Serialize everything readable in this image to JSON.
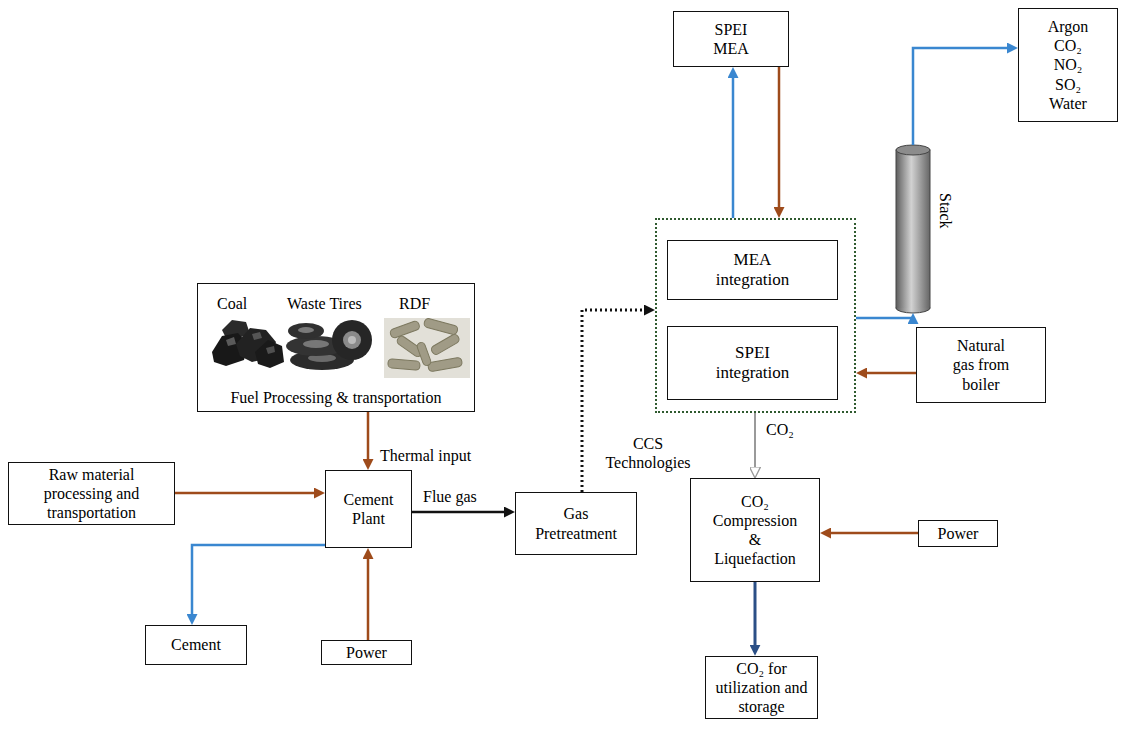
{
  "diagram": {
    "nodes": [
      {
        "text": [
          "Argon CO₂ NO₂ SO₂ Water"
        ]
      },
      {
        "text": [
          "SPEI MEA"
        ]
      },
      {
        "text": [
          "Stack"
        ]
      },
      {
        "text": []
      },
      {
        "text": [
          "MEA integration"
        ],
        "in": 3
      },
      {
        "text": [
          "Coal",
          "Waste Tires",
          "RDF",
          "Fuel Processing & transportation"
        ]
      },
      {
        "text": [
          "SPEI integration"
        ],
        "in": 3
      },
      {
        "text": [
          "Natural gas from boiler"
        ]
      },
      {
        "text": [
          "Raw material processing and transportation"
        ]
      },
      {
        "text": [
          "Cement Plant"
        ]
      },
      {
        "text": [
          "Gas Pretreatment"
        ]
      },
      {
        "text": [
          "CO₂ Compression & Liquefaction"
        ]
      },
      {
        "text": [
          "Power"
        ]
      },
      {
        "text": [
          "Cement"
        ]
      },
      {
        "text": [
          "Power"
        ]
      },
      {
        "text": [
          "CO₂ for utilization and storage"
        ]
      }
    ],
    "edges": [
      {
        "from": 3,
        "to": 1,
        "arrow": "to"
      },
      {
        "from": 1,
        "to": 3,
        "arrow": "to"
      },
      {
        "from": 3,
        "to": 2,
        "arrow": "to"
      },
      {
        "from": 2,
        "to": 0,
        "arrow": "to"
      },
      {
        "from": 7,
        "to": 3,
        "arrow": "to"
      },
      {
        "from": 5,
        "to": 9,
        "arrow": "to",
        "label": "Thermal input"
      },
      {
        "from": 8,
        "to": 9,
        "arrow": "to"
      },
      {
        "from": 14,
        "to": 9,
        "arrow": "to"
      },
      {
        "from": 9,
        "to": 13,
        "arrow": "to"
      },
      {
        "from": 9,
        "to": 10,
        "arrow": "to",
        "label": "Flue gas"
      },
      {
        "from": 10,
        "to": 3,
        "arrow": "to",
        "label": "CCS Technologies"
      },
      {
        "from": 3,
        "to": 11,
        "arrow": "to",
        "label": "CO₂"
      },
      {
        "from": 12,
        "to": 11,
        "arrow": "to"
      },
      {
        "from": 11,
        "to": 15,
        "arrow": "to"
      }
    ]
  }
}
